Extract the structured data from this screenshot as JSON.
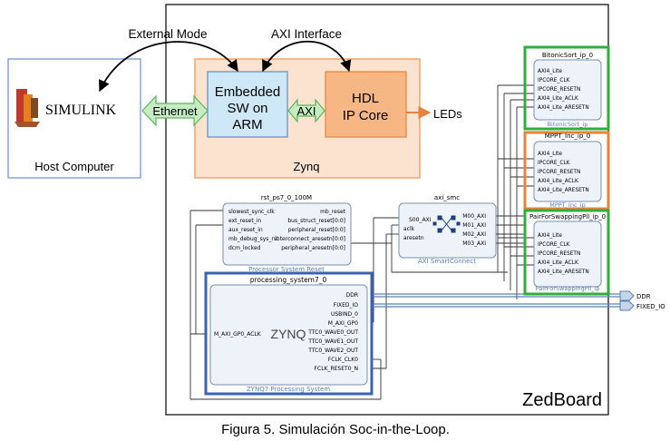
{
  "top_labels": {
    "external_mode": "External Mode",
    "axi_interface": "AXI Interface"
  },
  "host": {
    "logo_text": "SIMULINK",
    "label": "Host Computer"
  },
  "ethernet": "Ethernet",
  "embedded": {
    "l1": "Embedded",
    "l2": "SW on",
    "l3": "ARM"
  },
  "axi": "AXI",
  "hdl": {
    "l1": "HDL",
    "l2": "IP Core"
  },
  "leds": "LEDs",
  "zynq": "Zynq",
  "board": "ZedBoard",
  "caption": "Figura 5. Simulación Soc-in-the-Loop.",
  "rst": {
    "title": "rst_ps7_0_100M",
    "inputs": [
      "slowest_sync_clk",
      "ext_reset_in",
      "aux_reset_in",
      "mb_debug_sys_rst",
      "dcm_locked"
    ],
    "outputs": [
      "mb_reset",
      "bus_struct_reset[0:0]",
      "peripheral_reset[0:0]",
      "interconnect_aresetn[0:0]",
      "peripheral_aresetn[0:0]"
    ],
    "footer": "Processor System Reset"
  },
  "smc": {
    "title": "axi_smc",
    "inputs": [
      "S00_AXI",
      "aclk",
      "aresetn"
    ],
    "outputs": [
      "M00_AXI",
      "M01_AXI",
      "M02_AXI",
      "M03_AXI"
    ],
    "footer": "AXI SmartConnect"
  },
  "ps": {
    "title": "processing_system7_0",
    "input": "M_AXI_GP0_ACLK",
    "logo": "ZYNQ",
    "outputs": [
      "DDR",
      "FIXED_IO",
      "USBIND_0",
      "M_AXI_GP0",
      "TTC0_WAVE0_OUT",
      "TTC0_WAVE1_OUT",
      "TTC0_WAVE2_OUT",
      "FCLK_CLK0",
      "FCLK_RESET0_N"
    ],
    "footer": "ZYNQ7 Processing System"
  },
  "ip_blocks": [
    {
      "title": "BitonicSort_ip_0",
      "ports": [
        "AXI4_Lite",
        "IPCORE_CLK",
        "IPCORE_RESETN",
        "AXI4_Lite_ACLK",
        "AXI4_Lite_ARESETN"
      ],
      "footer": "BitonicSort_ip"
    },
    {
      "title": "MPPT_Inc_ip_0",
      "ports": [
        "AXI4_Lite",
        "IPCORE_CLK",
        "IPCORE_RESETN",
        "AXI4_Lite_ACLK",
        "AXI4_Lite_ARESETN"
      ],
      "footer": "MPPT_Inc_ip"
    },
    {
      "title": "PairForSwappingPll_ip_0",
      "ports": [
        "AXI4_Lite",
        "IPCORE_CLK",
        "IPCORE_RESETN",
        "AXI4_Lite_ACLK",
        "AXI4_Lite_ARESETN"
      ],
      "footer": "PairForSwappingPll_ip"
    }
  ],
  "ext_ports": [
    "DDR",
    "FIXED_IO"
  ],
  "colors": {
    "zynq_fill": "#fbe3cf",
    "zynq_border": "#f0a36b",
    "arm_fill": "#cfe8f7",
    "hdl_fill": "#f7b785",
    "ethernet_fill": "#c6ecc3",
    "ps_border": "#3a63b3",
    "green": "#2fae3c",
    "orange": "#e8823a"
  }
}
